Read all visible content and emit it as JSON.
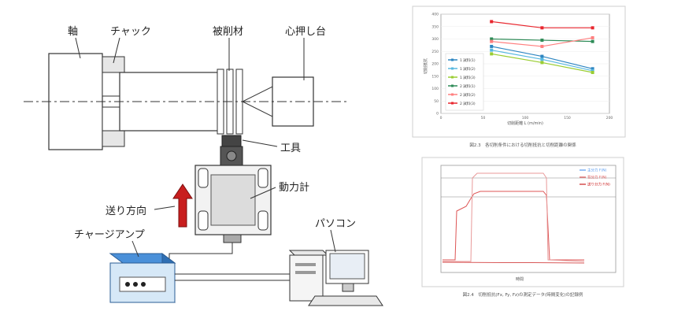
{
  "diagram": {
    "labels": {
      "spindle": "軸",
      "chuck": "チャック",
      "workpiece": "被削材",
      "tailstock": "心押し台",
      "tool": "工具",
      "dynamometer": "動力計",
      "feed_direction": "送り方向",
      "charge_amp": "チャージアンプ",
      "pc": "パソコン"
    }
  },
  "chart_data": [
    {
      "type": "line",
      "title": "",
      "xlabel": "切削距離 L (m/min)",
      "ylabel": "切削抵抗",
      "xlim": [
        0,
        200
      ],
      "ylim": [
        0,
        400
      ],
      "xticks": [
        "0",
        "50",
        "100",
        "150",
        "200"
      ],
      "yticks": [
        "0",
        "50",
        "100",
        "150",
        "200",
        "250",
        "300",
        "350",
        "400"
      ],
      "legend_position": "left",
      "series": [
        {
          "name": "1 試料(1)",
          "color": "#2e86c1",
          "x": [
            60,
            120,
            180
          ],
          "y": [
            270,
            230,
            180
          ]
        },
        {
          "name": "1 試料(2)",
          "color": "#58b8e0",
          "x": [
            60,
            120,
            180
          ],
          "y": [
            255,
            218,
            172
          ]
        },
        {
          "name": "1 試料(3)",
          "color": "#9acd32",
          "x": [
            60,
            120,
            180
          ],
          "y": [
            240,
            205,
            165
          ]
        },
        {
          "name": "2 試料(1)",
          "color": "#2e8b57",
          "x": [
            60,
            120,
            180
          ],
          "y": [
            300,
            295,
            290
          ]
        },
        {
          "name": "2 試料(2)",
          "color": "#ff7f7f",
          "x": [
            60,
            120,
            180
          ],
          "y": [
            290,
            270,
            305
          ]
        },
        {
          "name": "2 試料(3)",
          "color": "#e8262e",
          "x": [
            60,
            120,
            180
          ],
          "y": [
            370,
            345,
            345
          ]
        }
      ],
      "caption": "図2.3　各切削条件における切削抵抗と切削距離の関係"
    },
    {
      "type": "line",
      "title": "",
      "xlabel": "時間",
      "ylabel": "",
      "xlim": [
        0,
        10
      ],
      "ylim": [
        0,
        100
      ],
      "legend_position": "top-right",
      "series": [
        {
          "name": "主分力 F(N)",
          "color": "#5599ee"
        },
        {
          "name": "背分力 F(N)",
          "color": "#dd5555"
        },
        {
          "name": "送り分力 F(N)",
          "color": "#cc2222"
        }
      ],
      "caption": "図2.4　切削抵抗(Fx, Fy, Fz)の測定データ(時間変化)の記録例"
    }
  ]
}
